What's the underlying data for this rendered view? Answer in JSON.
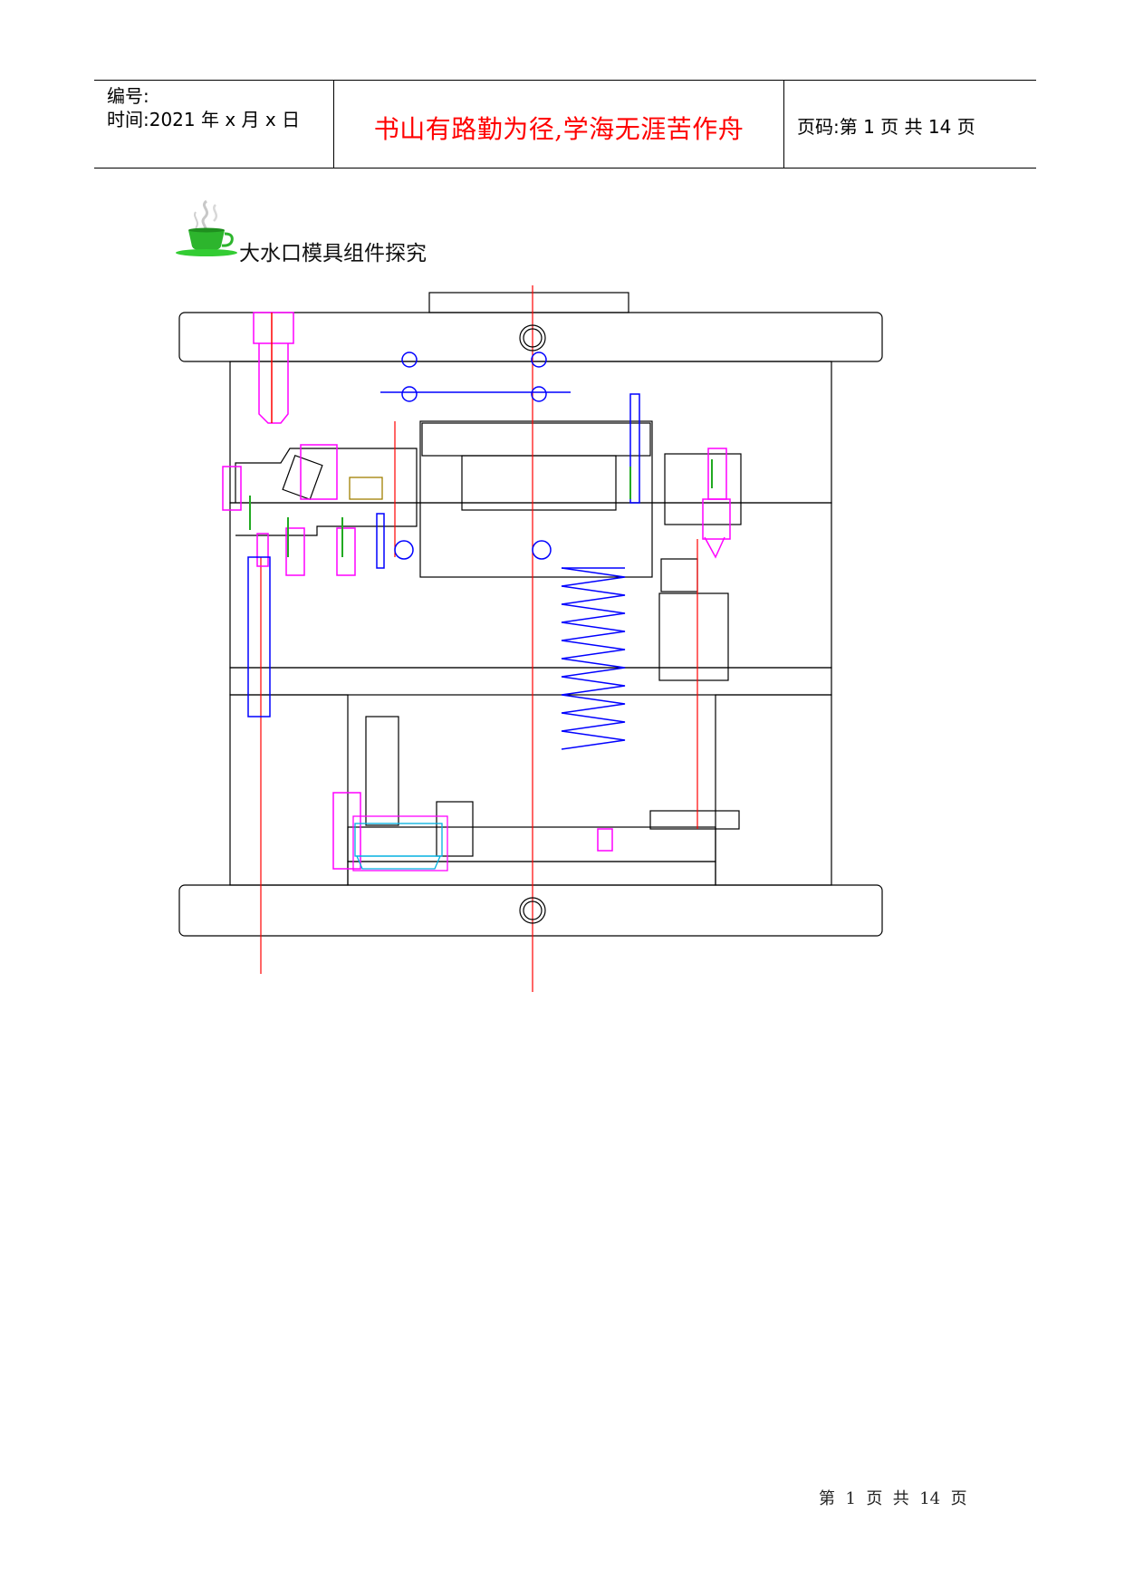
{
  "header": {
    "number_label": "编号:",
    "time_label": "时间:2021 年 x 月 x 日",
    "motto": "书山有路勤为径,学海无涯苦作舟",
    "page_label": "页码:第 1 页 共 14 页"
  },
  "title": "大水口模具组件探究",
  "icons": {
    "title_icon": "steaming-cup-icon"
  },
  "colors": {
    "motto": "#ff0000",
    "centerline": "#ff0000",
    "bolts": "#ff00ff",
    "ejector_parts": "#0000ff",
    "cyan_part": "#00c8ff",
    "cup": "#22bb22"
  },
  "footer": {
    "page_text": "第  1  页  共  14  页"
  }
}
